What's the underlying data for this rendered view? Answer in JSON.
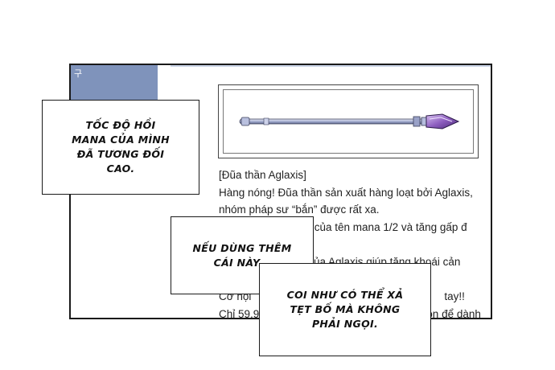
{
  "sidebar": {
    "tab_label": "구"
  },
  "item_card": {
    "icon": "wand-icon",
    "description_lines": [
      "[Đũa thần Aglaxis]",
      "Hàng nóng! Đũa thần sản xuất hàng loạt bởi Aglaxis,",
      "nhóm pháp sư “bắn” được rất xa.",
      "ón của tên mana 1/2 và tăng gấp đ",
      "",
      "ế của Aglaxis giúp tăng khoái cản",
      "",
      "tay!!",
      "on để dành"
    ],
    "obscured_line_starts": [
      "Cơ hội",
      "Chỉ 59,9"
    ]
  },
  "speech_bubbles": [
    {
      "text": "TỐC ĐỘ HỒI\nMANA CỦA MÌNH\nĐÃ TƯƠNG ĐỐI\nCAO."
    },
    {
      "text": "NẾU DÙNG THÊM\nCÁI NÀY..."
    },
    {
      "text": "COI NHƯ CÓ THỂ XẢ\nTẸT BỐ MÀ KHÔNG\nPHẢI NGỌI."
    }
  ],
  "colors": {
    "sidebar": "#7f93bb",
    "border": "#1a1a1a",
    "wand_crystal": "#8e5fc0"
  }
}
